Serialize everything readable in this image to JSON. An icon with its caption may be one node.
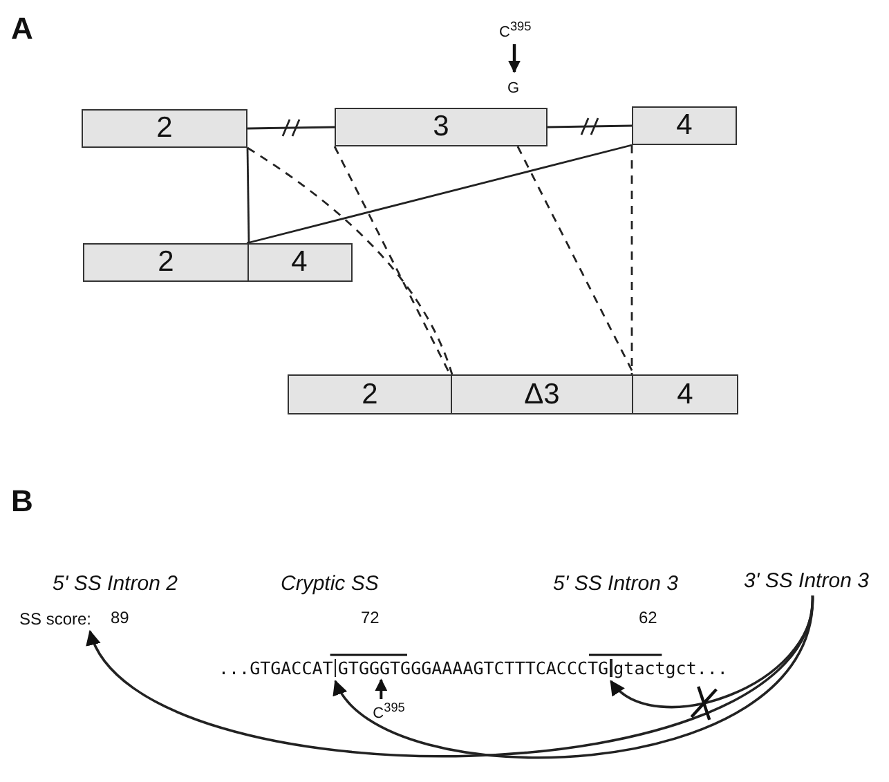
{
  "diagram": {
    "nodes": [
      {
        "text": [
          "2"
        ]
      },
      {
        "text": [
          "3"
        ]
      },
      {
        "text": [
          "4"
        ]
      },
      {
        "text": [
          "2"
        ]
      },
      {
        "text": [
          "4"
        ]
      },
      {
        "text": [
          "2"
        ]
      },
      {
        "text": [
          "Δ3"
        ]
      },
      {
        "text": [
          "4"
        ]
      },
      {
        "text": [
          "5' SS Intron  2",
          "89"
        ]
      },
      {
        "text": [
          "Cryptic SS",
          "72"
        ]
      },
      {
        "text": [
          "5' SS Intron 3",
          "62"
        ]
      },
      {
        "text": [
          "3' SS Intron 3"
        ]
      },
      {
        "text": [],
        "shape": "bar"
      },
      {
        "text": [],
        "shape": "bar"
      }
    ],
    "edges": [
      {
        "from": 0,
        "to": 1,
        "arrow": "none"
      },
      {
        "from": 1,
        "to": 2,
        "arrow": "none"
      },
      {
        "from": 0,
        "to": 3,
        "arrow": "none"
      },
      {
        "from": 2,
        "to": 4,
        "arrow": "none"
      },
      {
        "from": 0,
        "to": 5,
        "arrow": "none",
        "style": "dashed"
      },
      {
        "from": 1,
        "to": 6,
        "arrow": "none",
        "style": "dashed"
      },
      {
        "from": 1,
        "to": 6,
        "arrow": "none",
        "style": "dashed"
      },
      {
        "from": 2,
        "to": 7,
        "arrow": "none",
        "style": "dashed"
      },
      {
        "from": 11,
        "to": 8,
        "arrow": "to"
      },
      {
        "from": 11,
        "to": 12,
        "arrow": "to"
      },
      {
        "from": 11,
        "to": 13,
        "arrow": "to"
      }
    ],
    "labels": [
      "A",
      "C$^{395}$",
      "G",
      "B",
      "SS score:",
      "...GTGACCAT",
      "GTGGGTGGGAAAAGTCTTTCACCCTG",
      "gtactgct...",
      "C$^{395}$"
    ]
  }
}
